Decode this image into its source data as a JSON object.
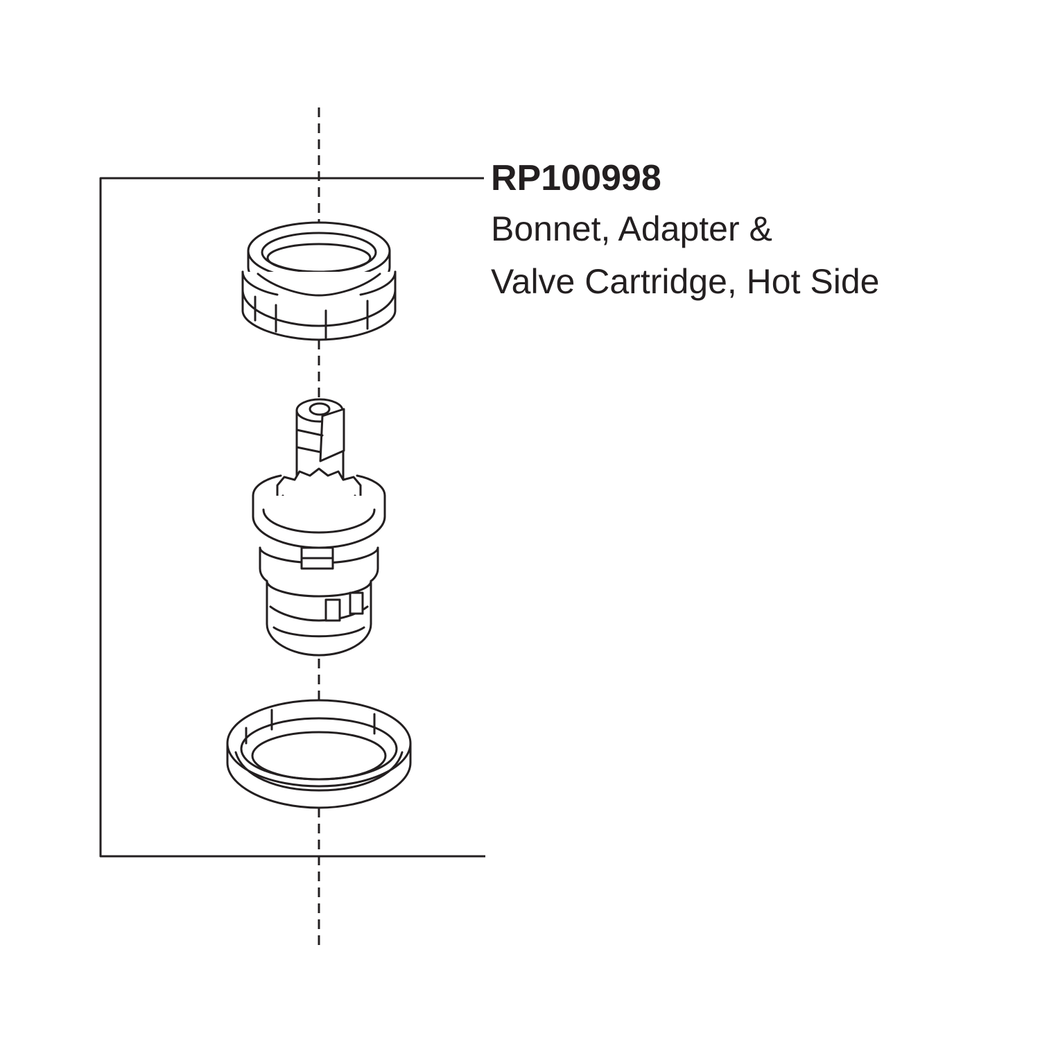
{
  "part": {
    "number": "RP100998",
    "description": [
      "Bonnet, Adapter &",
      "Valve Cartridge, Hot Side"
    ]
  },
  "components": [
    {
      "icon": "bonnet-icon"
    },
    {
      "icon": "valve-cartridge-icon"
    },
    {
      "icon": "adapter-icon"
    }
  ],
  "colors": {
    "line": "#231f20",
    "background": "#ffffff"
  }
}
